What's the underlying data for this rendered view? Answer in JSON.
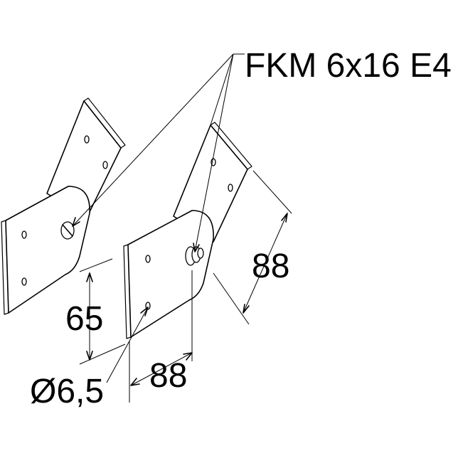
{
  "diagram": {
    "labels": {
      "screw_spec": "FKM 6x16 E4",
      "height_dim": "65",
      "diagonal_dim": "88",
      "horizontal_dim": "88",
      "hole_dim": "Ø6,5"
    },
    "colors": {
      "line": "#000000",
      "background": "#ffffff"
    }
  }
}
